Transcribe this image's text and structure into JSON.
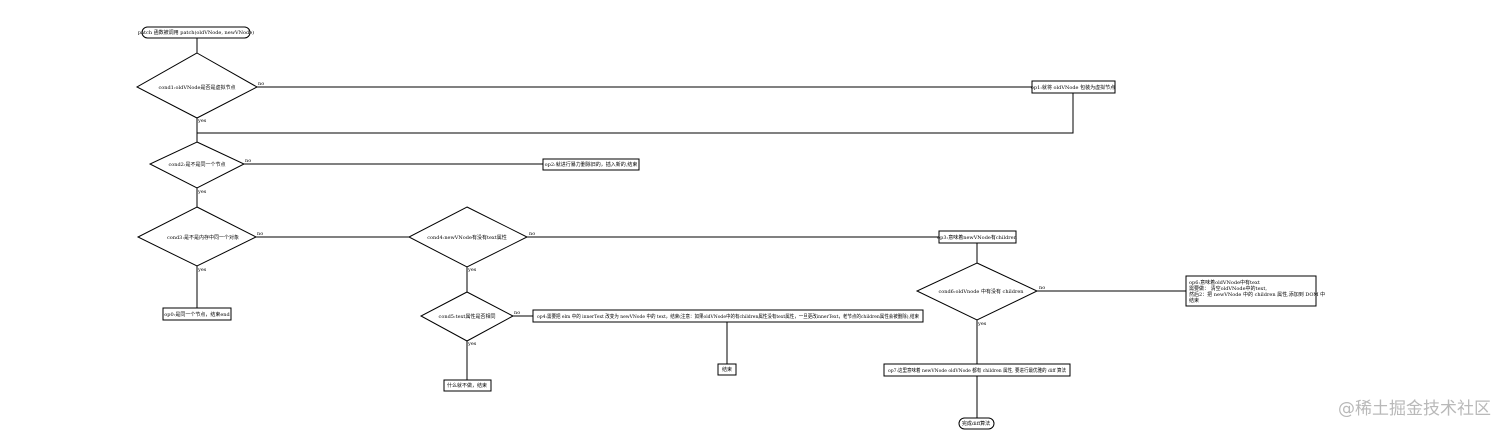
{
  "nodes": {
    "start": "patch 函数被调用  patch(oldVNode, newVNode)",
    "cond1": "cond1:oldVNode是否是虚拟节点",
    "op1": "op1:就将 oldVNode 包装为虚拟节点",
    "cond2": "cond2:是不是同一个节点",
    "op2": "op2:就进行暴力删除旧的，插入新的,结束",
    "cond3": "cond3:是不是内存中同一个对象",
    "op0": "op0:是同一个节点，结束end",
    "cond4": "cond4:newVNode有没有text属性",
    "op3": "op3:意味着newVNode有children",
    "cond5": "cond5:text属性是否相同",
    "op4": "op4:需要把 elm 中的 innerText 改变为 newVNode 中的 text，结束(注意：如果oldVNode中的有children属性没有text属性，一旦更改innerText，老节点的children属性会被删除),结束",
    "op4_end": "结束",
    "cond5_end": "什么就不做，结束",
    "cond6": "cond6:oldVnode 中有没有 children",
    "op6_lines": [
      "op6:意味着oldVNode中有text",
      "需要做：  清空oldVNode中的text,",
      "然后2：把 newVNode 中的 children 属性,添加到 DOM 中",
      "结束"
    ],
    "op7": "op7:这里意味着 newVNode oldVNode 都有 children 属性, 要进行最优雅的 diff 算法",
    "end": "完成diff算法"
  },
  "edge_labels": {
    "yes": "yes",
    "no": "no"
  },
  "watermark": "@稀土掘金技术社区"
}
